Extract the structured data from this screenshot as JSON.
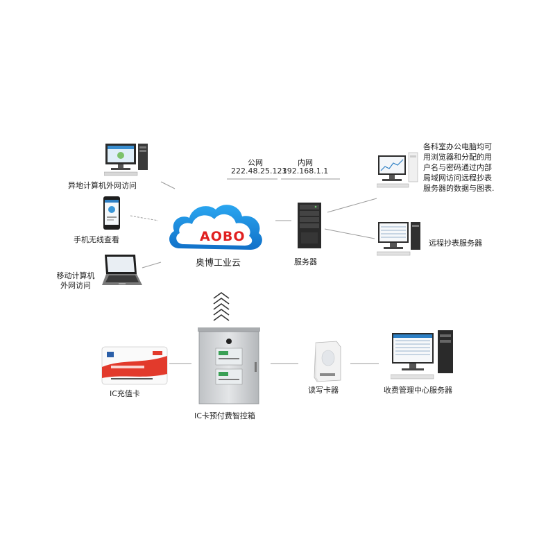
{
  "cloud": {
    "logo": "AOBO",
    "name": "奥博工业云"
  },
  "network": {
    "public_label": "公网",
    "public_ip": "222.48.25.123",
    "lan_label": "内网",
    "lan_ip": "192.168.1.1"
  },
  "nodes": {
    "remote_pc": "异地计算机外网访问",
    "phone": "手机无线查看",
    "laptop_line1": "移动计算机",
    "laptop_line2": "外网访问",
    "server": "服务器",
    "meter_server": "远程抄表服务器",
    "office_note": [
      "各科室办公电脑均可",
      "用浏览器和分配的用",
      "户名与密码通过内部",
      "局域网访问远程抄表",
      "服务器的数据与图表."
    ],
    "ic_card": "IC充值卡",
    "control_box": "IC卡预付费智控箱",
    "card_reader": "读写卡器",
    "billing_server": "收费管理中心服务器"
  },
  "colors": {
    "cloud_blue": "#1d8fe0",
    "logo_red": "#e02020",
    "line_gray": "#9a9a9a"
  }
}
